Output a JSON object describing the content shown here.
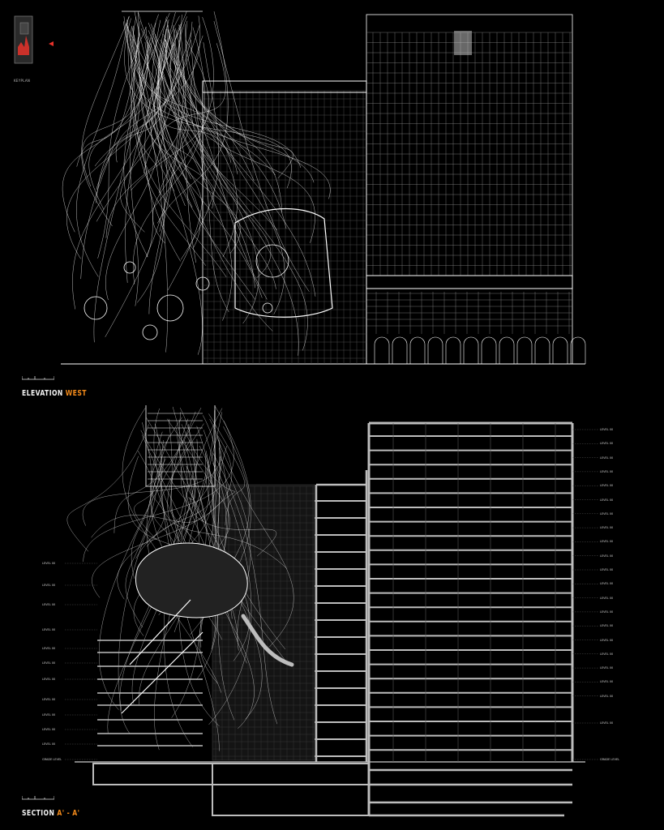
{
  "key_plan": {
    "label": "KEYPLAN",
    "marker_color": "#e8322a"
  },
  "elevation": {
    "title_main": "ELEVATION",
    "title_accent": "WEST"
  },
  "section": {
    "title_main": "SECTION",
    "title_accent": "A' - A'"
  },
  "colors": {
    "background": "#000000",
    "line": "#ffffff",
    "accent": "#f28a1a",
    "cut": "#bdbdbd"
  },
  "levels_left": [
    "LEVEL 00",
    "LEVEL 00",
    "LEVEL 00",
    "LEVEL 00",
    "LEVEL 00",
    "LEVEL 00",
    "LEVEL 00",
    "LEVEL 00",
    "LEVEL 00",
    "LEVEL 00",
    "LEVEL 00",
    "GRADE LEVEL"
  ],
  "levels_right": [
    "LEVEL 00",
    "LEVEL 00",
    "LEVEL 00",
    "LEVEL 00",
    "LEVEL 00",
    "LEVEL 00",
    "LEVEL 00",
    "LEVEL 00",
    "LEVEL 00",
    "LEVEL 00",
    "LEVEL 00",
    "LEVEL 00",
    "LEVEL 00",
    "LEVEL 00",
    "LEVEL 00",
    "LEVEL 00",
    "LEVEL 00",
    "LEVEL 00",
    "LEVEL 00",
    "LEVEL 00",
    "LEVEL 00",
    "GRADE LEVEL"
  ]
}
